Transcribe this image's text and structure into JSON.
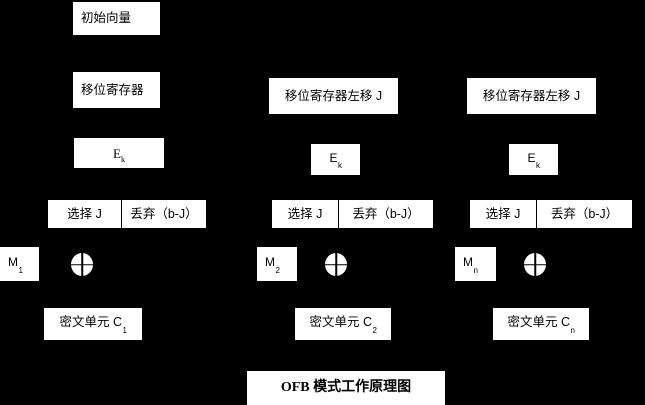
{
  "diagram": {
    "title": "OFB 模式工作原理图",
    "background_color": "#000000",
    "box_color": "#ffffff",
    "text_color": "#000000",
    "xor_symbol_name": "xor-circle"
  },
  "initial_vector": {
    "label": "初始向量"
  },
  "stages": [
    {
      "index": 1,
      "register_label": "移位寄存器",
      "encrypt_label_base": "E",
      "encrypt_label_sub": "k",
      "select_label": "选择 J",
      "discard_label": "丢弃（b-J）",
      "message_base": "M",
      "message_sub": "1",
      "cipher_base": "密文单元 C",
      "cipher_sub": "1"
    },
    {
      "index": 2,
      "register_label": "移位寄存器左移 J",
      "encrypt_label_base": "E",
      "encrypt_label_sub": "k",
      "select_label": "选择 J",
      "discard_label": "丢弃（b-J）",
      "message_base": "M",
      "message_sub": "2",
      "cipher_base": "密文单元 C",
      "cipher_sub": "2"
    },
    {
      "index": 3,
      "register_label": "移位寄存器左移 J",
      "encrypt_label_base": "E",
      "encrypt_label_sub": "k",
      "select_label": "选择 J",
      "discard_label": "丢弃（b-J）",
      "message_base": "M",
      "message_sub": "n",
      "cipher_base": "密文单元 C",
      "cipher_sub": "n"
    }
  ]
}
